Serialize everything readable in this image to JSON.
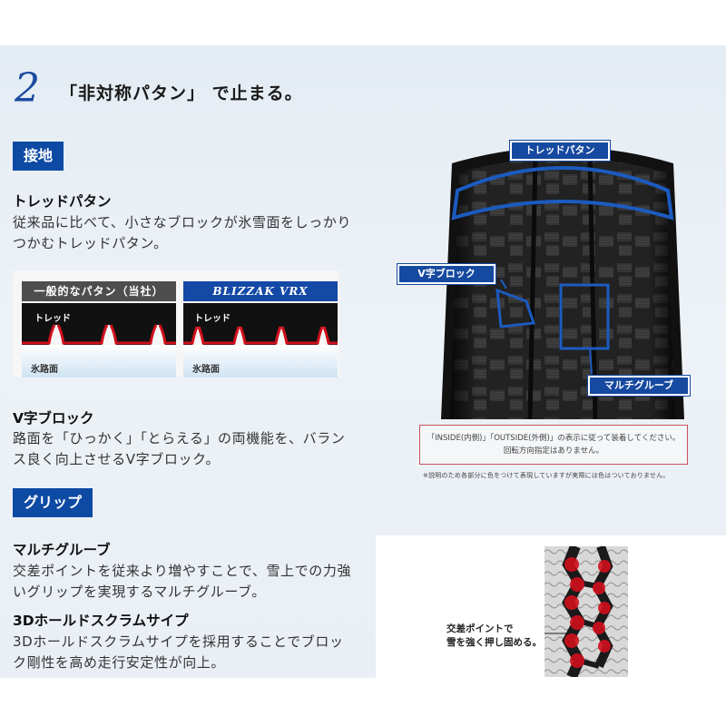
{
  "header": {
    "number": "2",
    "title": "「非対称パタン」 で止まる。"
  },
  "section_grip_contact": {
    "tag": "接地"
  },
  "tread_pattern": {
    "heading": "トレッドパタン",
    "line1": "従来品に比べて、小さなブロックが氷雪面をしっかり",
    "line2": "つかむトレッドパタン。"
  },
  "comparison": {
    "general_label": "一般的なパタン（当社）",
    "vrx_label": "BLIZZAK VRX",
    "tread_label": "トレッド",
    "ice_label": "氷路面"
  },
  "v_block": {
    "heading": "V字ブロック",
    "line1": "路面を「ひっかく」「とらえる」の両機能を、バラン",
    "line2": "ス良く向上させるV字ブロック。"
  },
  "section_grip": {
    "tag": "グリップ"
  },
  "multi_groove": {
    "heading": "マルチグルーブ",
    "line1": "交差ポイントを従来より増やすことで、雪上での力強",
    "line2": "いグリップを実現するマルチグルーブ。"
  },
  "scrum_sipe": {
    "heading": "3Dホールドスクラムサイプ",
    "line1": "3Dホールドスクラムサイプを採用することでブロッ",
    "line2": "ク剛性を高め走行安定性が向上。"
  },
  "tire_callouts": {
    "tread": "トレッドパタン",
    "vblock": "V字ブロック",
    "groove": "マルチグルーブ"
  },
  "notice": {
    "line1": "「INSIDE(内側)」「OUTSIDE(外側)」の表示に従って装着してください。",
    "line2": "回転方向指定はありません。"
  },
  "footnote": "※説明のため各部分に色をつけて表現していますが実際には色はついておりません。",
  "cross_point": {
    "line1": "交差ポイントで",
    "line2": "雪を強く押し固める。"
  },
  "colors": {
    "brand_blue": "#0d4aa4",
    "accent_red": "#d0101c"
  }
}
